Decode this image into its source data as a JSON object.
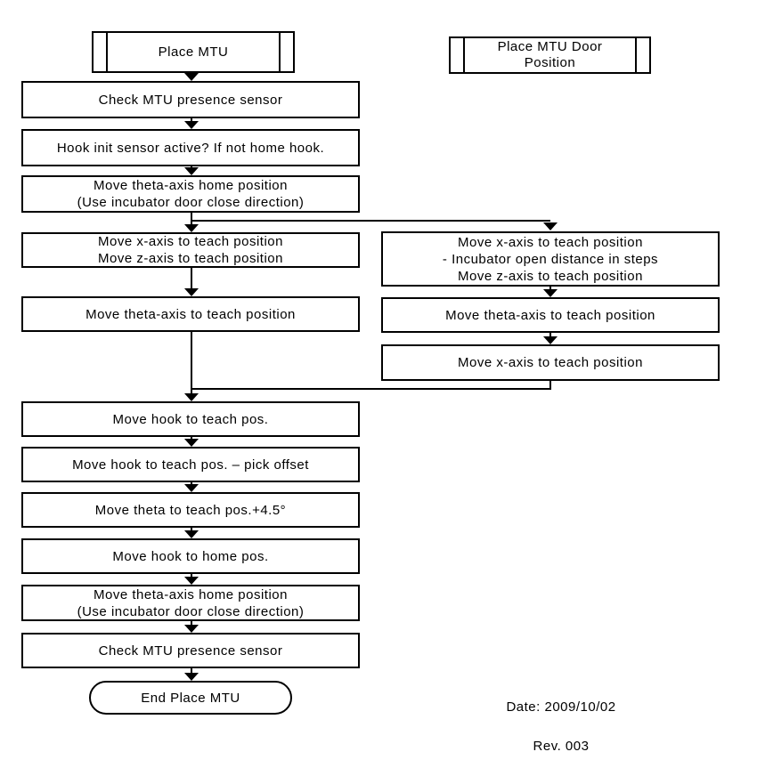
{
  "left_flow": {
    "title": "Place MTU",
    "steps": [
      "Check MTU presence sensor",
      "Hook init sensor active? If not home hook.",
      "Move theta-axis home position\n(Use incubator door close direction)",
      "Move x-axis to teach position\nMove z-axis to teach position",
      "Move theta-axis to teach position",
      "Move hook to teach pos.",
      "Move hook to teach pos. – pick offset",
      "Move theta to teach pos.+4.5°",
      "Move hook to home pos.",
      "Move theta-axis home position\n(Use incubator door close direction)",
      "Check MTU presence sensor"
    ],
    "terminal": "End Place MTU"
  },
  "right_flow": {
    "title": "Place MTU Door\nPosition",
    "steps": [
      "Move x-axis to teach position\n- Incubator open distance in steps\nMove z-axis to teach position",
      "Move theta-axis to teach position",
      "Move x-axis to teach position"
    ]
  },
  "footer": {
    "date": "Date: 2009/10/02",
    "rev": "Rev. 003"
  },
  "colors": {
    "line": "#000000",
    "background": "#ffffff"
  }
}
